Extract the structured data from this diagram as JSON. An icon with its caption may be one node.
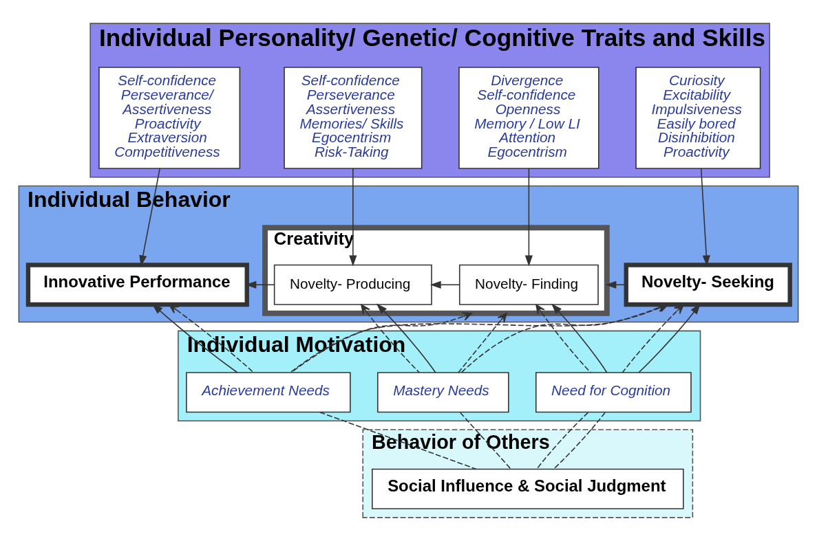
{
  "diagram": {
    "nodes": [
      {
        "text": [
          "Individual Personality/ Genetic/ Cognitive Traits and Skills"
        ]
      },
      {
        "text": [
          "Curiosity",
          "Excitability",
          "Impulsiveness",
          "Easily bored",
          "Disinhibition",
          "Proactivity"
        ],
        "in": 0
      },
      {
        "text": [
          "Divergence",
          "Self-confidence",
          "Openness",
          "Memory / Low LI",
          "Attention",
          "Egocentrism"
        ],
        "in": 0
      },
      {
        "text": [
          "Self-confidence",
          "Perseverance",
          "Assertiveness",
          "Memories/ Skills",
          "Egocentrism",
          "Risk-Taking"
        ],
        "in": 0
      },
      {
        "text": [
          "Self-confidence",
          "Perseverance/",
          "Assertiveness",
          "Proactivity",
          "Extraversion",
          "Competitiveness"
        ],
        "in": 0
      },
      {
        "text": [
          "Individual Behavior"
        ]
      },
      {
        "text": [
          "Novelty- Seeking"
        ],
        "in": 5
      },
      {
        "text": [
          "Creativity"
        ],
        "in": 5
      },
      {
        "text": [
          "Novelty- Finding"
        ],
        "in": 7
      },
      {
        "text": [
          "Novelty- Producing"
        ],
        "in": 7
      },
      {
        "text": [
          "Innovative Performance"
        ],
        "in": 5
      },
      {
        "text": [
          "Individual Motivation"
        ]
      },
      {
        "text": [
          "Need for Cognition"
        ],
        "in": 11
      },
      {
        "text": [
          "Mastery Needs"
        ],
        "in": 11
      },
      {
        "text": [
          "Achievement Needs"
        ],
        "in": 11
      },
      {
        "text": [
          "Behavior of Others"
        ]
      },
      {
        "text": [
          "Social Influence & Social Judgment"
        ],
        "in": 15
      }
    ],
    "edges": [
      {
        "from": 1,
        "to": 6,
        "arrow": "to"
      },
      {
        "from": 2,
        "to": 8,
        "arrow": "to"
      },
      {
        "from": 3,
        "to": 9,
        "arrow": "to"
      },
      {
        "from": 4,
        "to": 10,
        "arrow": "to"
      },
      {
        "from": 6,
        "to": 7,
        "arrow": "to"
      },
      {
        "from": 8,
        "to": 9,
        "arrow": "to"
      },
      {
        "from": 9,
        "to": 10,
        "arrow": "to"
      },
      {
        "from": 12,
        "to": 6,
        "arrow": "to",
        "style": "dashed"
      },
      {
        "from": 12,
        "to": 6,
        "arrow": "to"
      },
      {
        "from": 12,
        "to": 8,
        "arrow": "to",
        "style": "dashed"
      },
      {
        "from": 12,
        "to": 8,
        "arrow": "to"
      },
      {
        "from": 13,
        "to": 9,
        "arrow": "to",
        "style": "dashed"
      },
      {
        "from": 13,
        "to": 9,
        "arrow": "to"
      },
      {
        "from": 14,
        "to": 10,
        "arrow": "to"
      },
      {
        "from": 14,
        "to": 10,
        "arrow": "to",
        "style": "dashed"
      },
      {
        "from": 14,
        "to": 6,
        "arrow": "to",
        "style": "dashed"
      },
      {
        "from": 14,
        "to": 7,
        "arrow": "to",
        "style": "dashed"
      },
      {
        "from": 13,
        "to": 6,
        "arrow": "to",
        "style": "dashed"
      },
      {
        "from": 13,
        "to": 7,
        "arrow": "to",
        "style": "dashed"
      },
      {
        "from": 16,
        "to": 12,
        "arrow": "none",
        "style": "dashed"
      },
      {
        "from": 16,
        "to": 12,
        "arrow": "none",
        "style": "dashed"
      },
      {
        "from": 16,
        "to": 13,
        "arrow": "none",
        "style": "dashed"
      },
      {
        "from": 16,
        "to": 14,
        "arrow": "none",
        "style": "dashed"
      }
    ]
  }
}
